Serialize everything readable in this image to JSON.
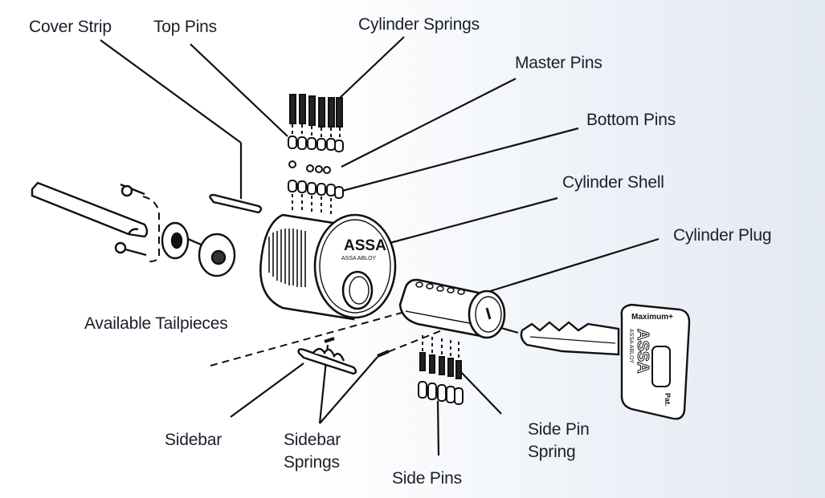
{
  "diagram": {
    "subject": "Exploded view of ASSA lock cylinder",
    "labels": {
      "cover_strip": "Cover Strip",
      "top_pins": "Top Pins",
      "cylinder_springs": "Cylinder Springs",
      "master_pins": "Master Pins",
      "bottom_pins": "Bottom Pins",
      "cylinder_shell": "Cylinder Shell",
      "cylinder_plug": "Cylinder Plug",
      "available_tailpieces": "Available Tailpieces",
      "sidebar": "Sidebar",
      "sidebar_springs": "Sidebar\nSprings",
      "side_pins": "Side Pins",
      "side_pin_spring": "Side Pin\nSpring"
    },
    "branding": {
      "shell_logo": "ASSA",
      "shell_sublogo": "ASSA ABLOY",
      "key_model": "Maximum+",
      "key_logo": "ASSA",
      "key_sublogo": "ASSA ABLOY",
      "key_patent": "Pat."
    }
  }
}
